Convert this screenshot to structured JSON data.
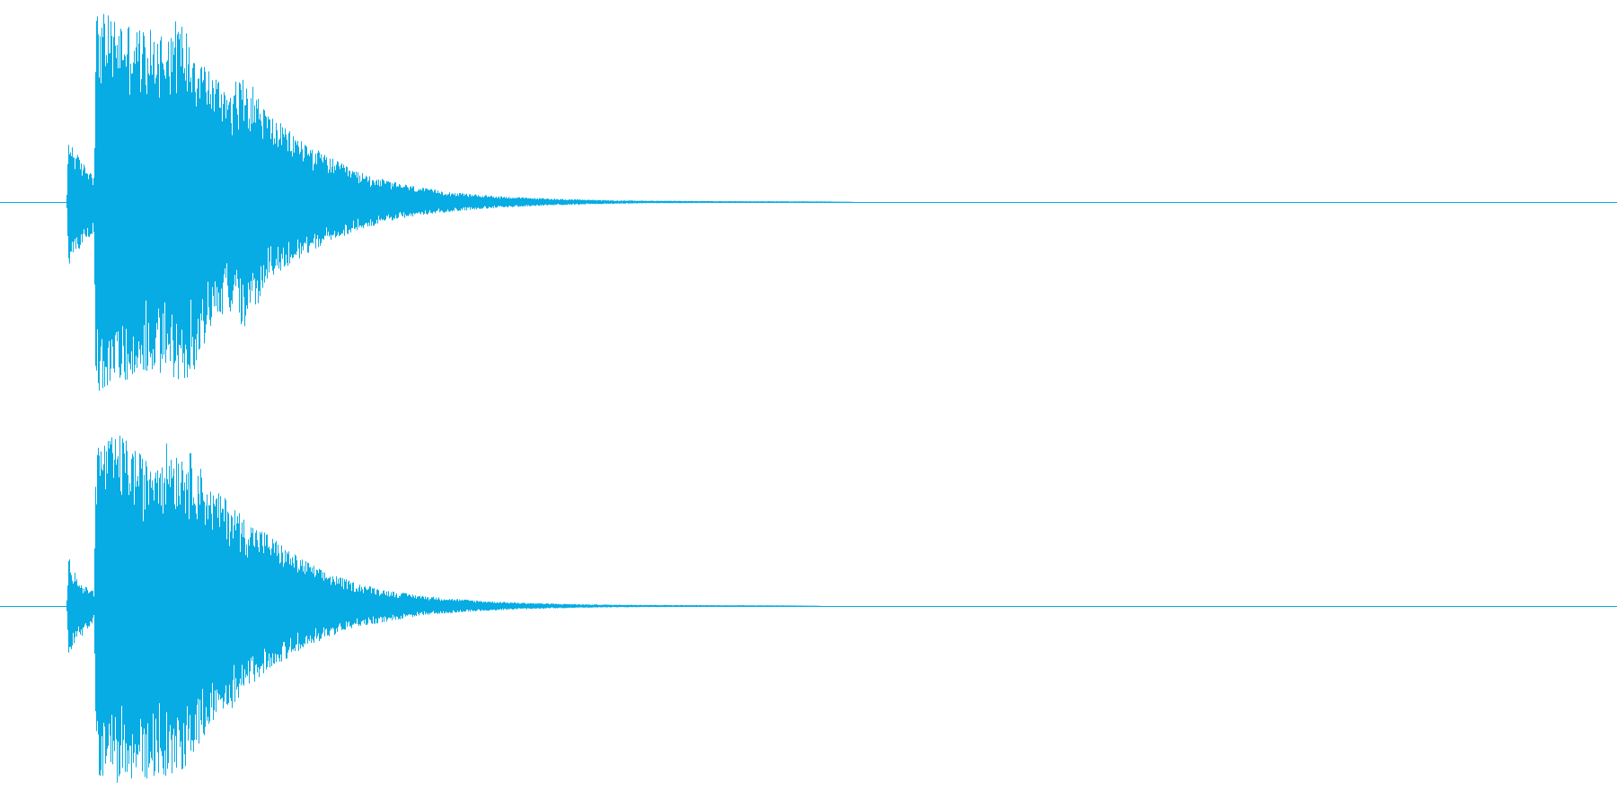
{
  "chart_data": {
    "type": "area",
    "description_free": true,
    "color": "#06ace3",
    "background": "#ffffff",
    "grid": false,
    "legend": "none",
    "x_range": [
      0,
      1
    ],
    "y_range": [
      -1,
      1
    ],
    "channels": [
      {
        "envelope": [
          [
            0.0,
            0.0,
            0.0
          ],
          [
            0.041,
            0.0,
            0.0
          ],
          [
            0.042,
            0.34,
            0.33
          ],
          [
            0.05,
            0.21,
            0.23
          ],
          [
            0.058,
            0.15,
            0.16
          ],
          [
            0.059,
            0.99,
            0.99
          ],
          [
            0.075,
            0.95,
            0.93
          ],
          [
            0.09,
            0.89,
            0.9
          ],
          [
            0.102,
            0.9,
            0.89
          ],
          [
            0.11,
            0.96,
            0.97
          ],
          [
            0.12,
            0.83,
            0.87
          ],
          [
            0.13,
            0.68,
            0.65
          ],
          [
            0.14,
            0.61,
            0.56
          ],
          [
            0.153,
            0.65,
            0.67
          ],
          [
            0.165,
            0.47,
            0.42
          ],
          [
            0.18,
            0.36,
            0.32
          ],
          [
            0.2,
            0.25,
            0.22
          ],
          [
            0.22,
            0.16,
            0.15
          ],
          [
            0.24,
            0.11,
            0.1
          ],
          [
            0.26,
            0.075,
            0.07
          ],
          [
            0.28,
            0.05,
            0.05
          ],
          [
            0.3,
            0.035,
            0.035
          ],
          [
            0.32,
            0.025,
            0.025
          ],
          [
            0.34,
            0.018,
            0.018
          ],
          [
            0.36,
            0.013,
            0.013
          ],
          [
            0.38,
            0.009,
            0.009
          ],
          [
            0.4,
            0.007,
            0.007
          ],
          [
            0.44,
            0.005,
            0.005
          ],
          [
            0.48,
            0.004,
            0.004
          ],
          [
            0.51,
            0.003,
            0.003
          ],
          [
            0.53,
            0.0,
            0.0
          ],
          [
            1.0,
            0.0,
            0.0
          ]
        ]
      },
      {
        "envelope": [
          [
            0.0,
            0.0,
            0.0
          ],
          [
            0.041,
            0.0,
            0.0
          ],
          [
            0.042,
            0.26,
            0.25
          ],
          [
            0.05,
            0.11,
            0.16
          ],
          [
            0.058,
            0.08,
            0.08
          ],
          [
            0.059,
            0.85,
            0.87
          ],
          [
            0.075,
            0.89,
            0.93
          ],
          [
            0.09,
            0.76,
            0.9
          ],
          [
            0.102,
            0.85,
            0.88
          ],
          [
            0.11,
            0.81,
            0.87
          ],
          [
            0.12,
            0.79,
            0.8
          ],
          [
            0.13,
            0.61,
            0.6
          ],
          [
            0.14,
            0.56,
            0.56
          ],
          [
            0.153,
            0.44,
            0.44
          ],
          [
            0.165,
            0.38,
            0.33
          ],
          [
            0.18,
            0.28,
            0.26
          ],
          [
            0.2,
            0.18,
            0.17
          ],
          [
            0.22,
            0.12,
            0.11
          ],
          [
            0.24,
            0.08,
            0.08
          ],
          [
            0.26,
            0.055,
            0.05
          ],
          [
            0.28,
            0.038,
            0.035
          ],
          [
            0.3,
            0.026,
            0.025
          ],
          [
            0.32,
            0.018,
            0.018
          ],
          [
            0.34,
            0.013,
            0.013
          ],
          [
            0.36,
            0.009,
            0.009
          ],
          [
            0.38,
            0.007,
            0.007
          ],
          [
            0.42,
            0.005,
            0.005
          ],
          [
            0.46,
            0.004,
            0.004
          ],
          [
            0.49,
            0.003,
            0.003
          ],
          [
            0.51,
            0.0,
            0.0
          ],
          [
            1.0,
            0.0,
            0.0
          ]
        ]
      }
    ]
  }
}
